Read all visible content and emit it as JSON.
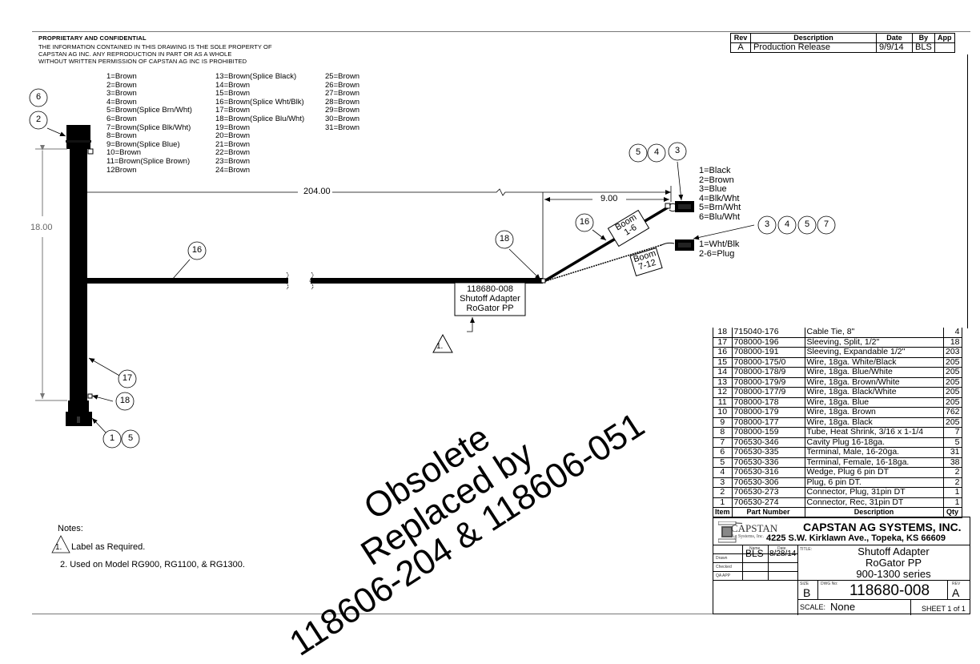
{
  "proprietary": {
    "title": "PROPRIETARY AND CONFIDENTIAL",
    "lines": [
      "THE INFORMATION CONTAINED IN THIS DRAWING IS THE SOLE PROPERTY OF",
      "CAPSTAN AG INC. ANY REPRODUCTION IN PART OR AS A WHOLE",
      "WITHOUT WRITTEN PERMISSION OF CAPSTAN AG INC IS PROHIBITED"
    ]
  },
  "pinout_31": {
    "col1": [
      "1=Brown",
      "2=Brown",
      "3=Brown",
      "4=Brown",
      "5=Brown(Splice Brn/Wht)",
      "6=Brown",
      "7=Brown(Splice Blk/Wht)",
      "8=Brown",
      "9=Brown(Splice Blue)",
      "10=Brown",
      "11=Brown(Splice Brown)",
      "12Brown"
    ],
    "col2": [
      "13=Brown(Splice Black)",
      "14=Brown",
      "15=Brown",
      "16=Brown(Splice Wht/Blk)",
      "17=Brown",
      "18=Brown(Splice Blu/Wht)",
      "19=Brown",
      "20=Brown",
      "21=Brown",
      "22=Brown",
      "23=Brown",
      "24=Brown"
    ],
    "col3": [
      "25=Brown",
      "26=Brown",
      "27=Brown",
      "28=Brown",
      "29=Brown",
      "30=Brown",
      "31=Brown"
    ]
  },
  "pinout_boom_1_6": [
    "1=Black",
    "2=Brown",
    "3=Blue",
    "4=Blk/Wht",
    "5=Brn/Wht",
    "6=Blu/Wht"
  ],
  "pinout_boom_7_12": [
    "1=Wht/Blk",
    "2-6=Plug"
  ],
  "dimensions": {
    "length_main": "204.00",
    "length_branch": "9.00",
    "length_trunk": "18.00"
  },
  "balloons": {
    "top_left_a": "6",
    "top_left_b": "2",
    "trunk_sleeve": "17",
    "trunk_tie": "18",
    "bottom_a": "1",
    "bottom_b": "5",
    "main_sleeve": "16",
    "branch_tie": "18",
    "branch_sleeve": "16",
    "boom16_a": "5",
    "boom16_b": "4",
    "boom16_c": "3",
    "boom712_a": "3",
    "boom712_b": "4",
    "boom712_c": "5",
    "boom712_d": "7"
  },
  "boom_labels": {
    "boom1": [
      "Boom",
      "1-6"
    ],
    "boom2": [
      "Boom",
      "7-12"
    ]
  },
  "label_box": [
    "118680-008",
    "Shutoff Adapter",
    "RoGator PP"
  ],
  "note_flag": "1.",
  "notes": {
    "title": "Notes:",
    "items": [
      "Label as Required.",
      "2.  Used on Model RG900, RG1100, & RG1300."
    ],
    "flag": "1."
  },
  "watermark": [
    "Obsolete",
    "Replaced by",
    "118606-204 & 118606-051"
  ],
  "revision_table": {
    "headers": [
      "Rev",
      "Description",
      "Date",
      "By",
      "App"
    ],
    "rows": [
      [
        "A",
        "Production Release",
        "9/9/14",
        "BLS",
        ""
      ]
    ]
  },
  "bom": {
    "headers": [
      "Item",
      "Part Number",
      "Description",
      "Qty"
    ],
    "rows": [
      [
        "18",
        "715040-176",
        "Cable Tie, 8\"",
        "4"
      ],
      [
        "17",
        "708000-196",
        "Sleeving, Split, 1/2\"",
        "18"
      ],
      [
        "16",
        "708000-191",
        "Sleeving, Expandable 1/2\"",
        "203"
      ],
      [
        "15",
        "708000-175/0",
        "Wire, 18ga. White/Black",
        "205"
      ],
      [
        "14",
        "708000-178/9",
        "Wire, 18ga. Blue/White",
        "205"
      ],
      [
        "13",
        "708000-179/9",
        "Wire, 18ga. Brown/White",
        "205"
      ],
      [
        "12",
        "708000-177/9",
        "Wire, 18ga. Black/White",
        "205"
      ],
      [
        "11",
        "708000-178",
        "Wire, 18ga. Blue",
        "205"
      ],
      [
        "10",
        "708000-179",
        "Wire, 18ga. Brown",
        "762"
      ],
      [
        "9",
        "708000-177",
        "Wire, 18ga. Black",
        "205"
      ],
      [
        "8",
        "708000-159",
        "Tube, Heat Shrink, 3/16 x 1-1/4",
        "7"
      ],
      [
        "7",
        "706530-346",
        "Cavity Plug 16-18ga.",
        "5"
      ],
      [
        "6",
        "706530-335",
        "Terminal, Male, 16-20ga.",
        "31"
      ],
      [
        "5",
        "706530-336",
        "Terminal, Female, 16-18ga.",
        "38"
      ],
      [
        "4",
        "706530-316",
        "Wedge, Plug 6 pin DT",
        "2"
      ],
      [
        "3",
        "706530-306",
        "Plug, 6 pin DT.",
        "2"
      ],
      [
        "2",
        "706530-273",
        "Connector, Plug, 31pin DT",
        "1"
      ],
      [
        "1",
        "706530-274",
        "Connector, Rec, 31pin DT",
        "1"
      ]
    ]
  },
  "title_block": {
    "logo_name": "CAPSTAN",
    "logo_sub": "Ag Systems, Inc.",
    "company": "CAPSTAN AG SYSTEMS, INC.",
    "address": "4225 S.W. Kirklawn Ave., Topeka, KS 66609",
    "name_label": "Name",
    "date_label": "Date",
    "drawn_label": "Drawn",
    "checked_label": "Checked",
    "qa_label": "QA APP",
    "drawn_name": "BLS",
    "drawn_date": "8/28/14",
    "title_label": "TITLE:",
    "title_lines": [
      "Shutoff Adapter",
      "RoGator PP",
      "900-1300 series"
    ],
    "size_label": "SIZE",
    "size": "B",
    "dwg_label": "DWG No:",
    "dwg_no": "118680-008",
    "rev_label": "REV",
    "rev": "A",
    "scale_label": "SCALE:",
    "scale": "None",
    "sheet": "SHEET 1 of 1"
  }
}
